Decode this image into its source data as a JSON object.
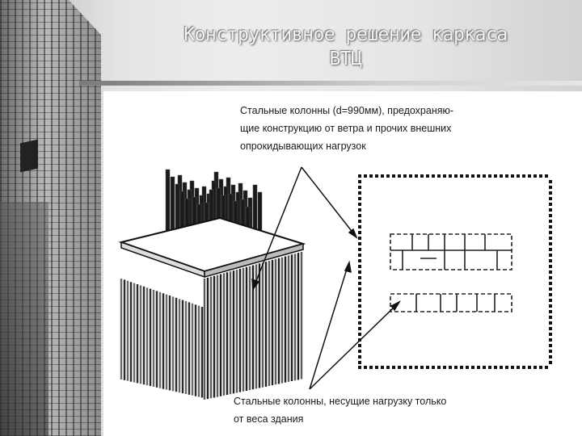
{
  "slide": {
    "title_line1": "Конструктивное решение каркаса",
    "title_line2": "ВТЦ"
  },
  "figure": {
    "caption_top": "Стальные колонны (d=990мм), предохраняю-\nщие конструкцию от ветра и прочих внешних\nопрокидывающих нагрузок",
    "caption_bottom": "Стальные колонны, несущие нагрузку только\nот веса здания"
  },
  "colors": {
    "title_text": "#f4f4f4",
    "drawing_ink": "#1a1a1a",
    "panel_bg": "#ffffff"
  }
}
